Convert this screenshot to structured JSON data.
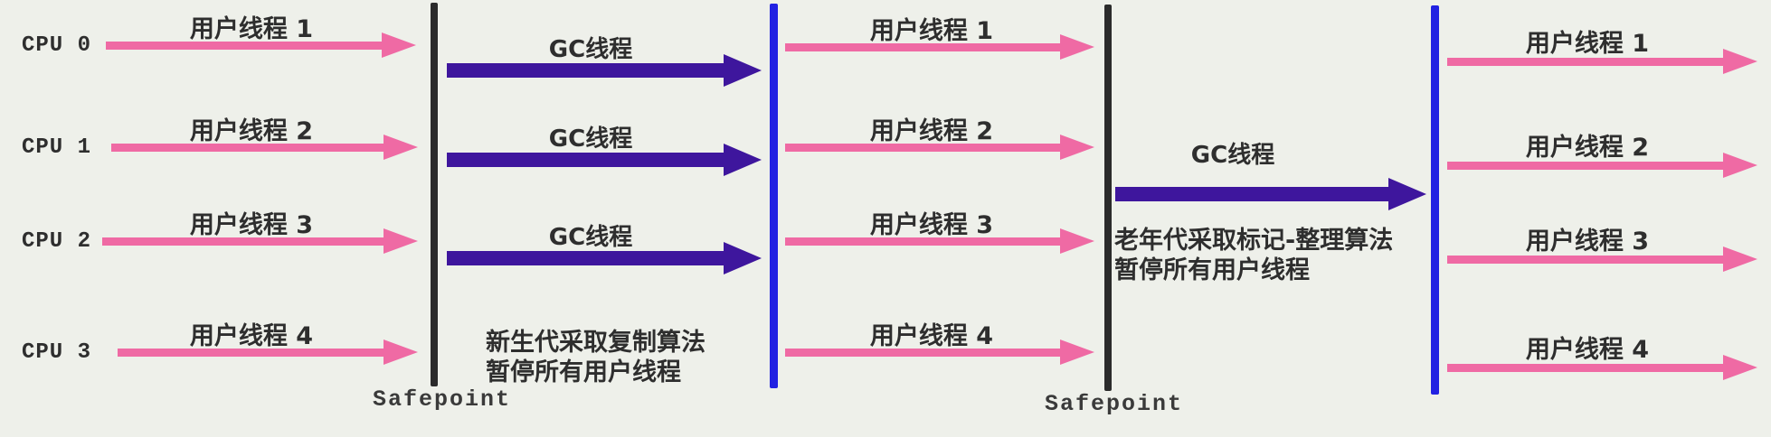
{
  "colors": {
    "background": "#eef0ea",
    "user_thread": "#ef6aa4",
    "gc_thread": "#3e169d",
    "safepoint_line": "#2b2b2b",
    "sync_line": "#2222e2",
    "text": "#2e2e2e"
  },
  "cpu_column": {
    "labels": [
      "CPU 0",
      "CPU 1",
      "CPU 2",
      "CPU 3"
    ]
  },
  "initial_phase": {
    "thread_labels": [
      "用户线程 1",
      "用户线程 2",
      "用户线程 3",
      "用户线程 4"
    ]
  },
  "minor_gc": {
    "gc_labels": [
      "GC线程",
      "GC线程",
      "GC线程"
    ],
    "caption": {
      "line1": "新生代采取复制算法",
      "line2": "暂停所有用户线程"
    },
    "safepoint_label": "Safepoint"
  },
  "between_phase": {
    "thread_labels": [
      "用户线程 1",
      "用户线程 2",
      "用户线程 3",
      "用户线程 4"
    ]
  },
  "major_gc": {
    "gc_label": "GC线程",
    "caption": {
      "line1": "老年代采取标记-整理算法",
      "line2": "暂停所有用户线程"
    },
    "safepoint_label": "Safepoint"
  },
  "final_phase": {
    "thread_labels": [
      "用户线程 1",
      "用户线程 2",
      "用户线程 3",
      "用户线程 4"
    ]
  }
}
